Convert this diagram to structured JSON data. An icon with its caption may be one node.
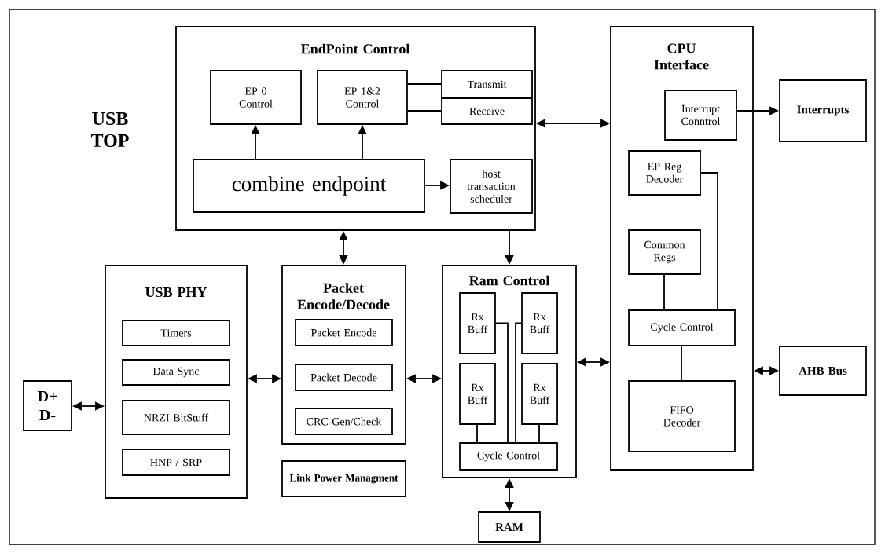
{
  "diagram": {
    "nodes": [
      {
        "text": [
          "USB TOP"
        ]
      },
      {
        "text": [
          "EndPoint Control"
        ],
        "in": 0
      },
      {
        "text": [
          "EP 0 Control"
        ],
        "in": 1
      },
      {
        "text": [
          "EP 1&2 Control"
        ],
        "in": 1
      },
      {
        "text": [
          "Transmit"
        ],
        "in": 1
      },
      {
        "text": [
          "Receive"
        ],
        "in": 1
      },
      {
        "text": [
          "combine endpoint"
        ],
        "in": 1
      },
      {
        "text": [
          "host transaction scheduler"
        ],
        "in": 1
      },
      {
        "text": [
          "CPU Interface"
        ],
        "in": 0
      },
      {
        "text": [
          "Interrupt Conntrol"
        ],
        "in": 8
      },
      {
        "text": [
          "EP Reg Decoder"
        ],
        "in": 8
      },
      {
        "text": [
          "Common Regs"
        ],
        "in": 8
      },
      {
        "text": [
          "Cycle Control"
        ],
        "in": 8
      },
      {
        "text": [
          "FIFO Decoder"
        ],
        "in": 8
      },
      {
        "text": [
          "Interrupts"
        ],
        "in": 0
      },
      {
        "text": [
          "AHB Bus"
        ],
        "in": 0
      },
      {
        "text": [
          "USB PHY"
        ],
        "in": 0
      },
      {
        "text": [
          "Timers"
        ],
        "in": 16
      },
      {
        "text": [
          "Data Sync"
        ],
        "in": 16
      },
      {
        "text": [
          "NRZI BitStuff"
        ],
        "in": 16
      },
      {
        "text": [
          "HNP / SRP"
        ],
        "in": 16
      },
      {
        "text": [
          "Packet Encode/Decode"
        ],
        "in": 0
      },
      {
        "text": [
          "Packet Encode"
        ],
        "in": 21
      },
      {
        "text": [
          "Packet Decode"
        ],
        "in": 21
      },
      {
        "text": [
          "CRC Gen/Check"
        ],
        "in": 21
      },
      {
        "text": [
          "Link Power Managment"
        ],
        "in": 0
      },
      {
        "text": [
          "Ram Control"
        ],
        "in": 0
      },
      {
        "text": [
          "Rx Buff"
        ],
        "in": 26
      },
      {
        "text": [
          "Rx Buff"
        ],
        "in": 26
      },
      {
        "text": [
          "Rx Buff"
        ],
        "in": 26
      },
      {
        "text": [
          "Rx Buff"
        ],
        "in": 26
      },
      {
        "text": [
          "Cycle Control"
        ],
        "in": 26
      },
      {
        "text": [
          "RAM"
        ],
        "in": 0
      },
      {
        "text": [
          "D+ D-"
        ],
        "in": 0
      }
    ],
    "edges": [
      {
        "from": 6,
        "to": 2,
        "arrow": "to"
      },
      {
        "from": 6,
        "to": 3,
        "arrow": "to"
      },
      {
        "from": 6,
        "to": 7,
        "arrow": "to"
      },
      {
        "from": 3,
        "to": 4,
        "arrow": "none"
      },
      {
        "from": 3,
        "to": 5,
        "arrow": "none"
      },
      {
        "from": 1,
        "to": 8,
        "arrow": "both"
      },
      {
        "from": 9,
        "to": 14,
        "arrow": "to"
      },
      {
        "from": 10,
        "to": 12,
        "arrow": "none"
      },
      {
        "from": 11,
        "to": 12,
        "arrow": "none"
      },
      {
        "from": 12,
        "to": 13,
        "arrow": "none"
      },
      {
        "from": 1,
        "to": 21,
        "arrow": "both"
      },
      {
        "from": 1,
        "to": 26,
        "arrow": "to"
      },
      {
        "from": 33,
        "to": 16,
        "arrow": "both"
      },
      {
        "from": 16,
        "to": 21,
        "arrow": "both"
      },
      {
        "from": 21,
        "to": 26,
        "arrow": "both"
      },
      {
        "from": 26,
        "to": 8,
        "arrow": "both"
      },
      {
        "from": 8,
        "to": 15,
        "arrow": "both"
      },
      {
        "from": 26,
        "to": 32,
        "arrow": "both"
      },
      {
        "from": 27,
        "to": 31,
        "arrow": "none"
      },
      {
        "from": 28,
        "to": 31,
        "arrow": "none"
      },
      {
        "from": 29,
        "to": 31,
        "arrow": "none"
      },
      {
        "from": 30,
        "to": 31,
        "arrow": "none"
      }
    ]
  }
}
